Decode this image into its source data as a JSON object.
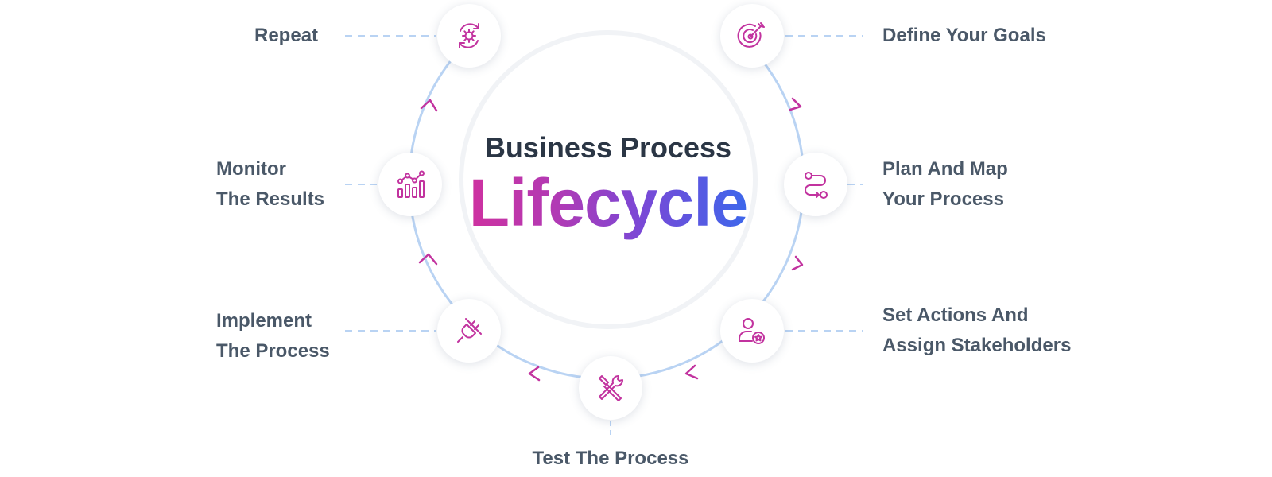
{
  "center": {
    "line1": "Business Process",
    "line2": "Lifecycle"
  },
  "colors": {
    "icon": "#c2339f",
    "ring": "#b9d3f3",
    "arrow": "#c2339f",
    "label": "#4a5868",
    "title": "#2b3645",
    "gradient_start": "#d62f9a",
    "gradient_end": "#2f6ef0"
  },
  "steps": [
    {
      "id": "define-goals",
      "icon": "target-icon",
      "lines": [
        "Define Your Goals"
      ]
    },
    {
      "id": "plan-map",
      "icon": "route-icon",
      "lines": [
        "Plan And Map",
        "Your Process"
      ]
    },
    {
      "id": "set-actions",
      "icon": "user-star-icon",
      "lines": [
        "Set Actions And",
        "Assign Stakeholders"
      ]
    },
    {
      "id": "test-process",
      "icon": "tools-icon",
      "lines": [
        "Test The Process"
      ]
    },
    {
      "id": "implement",
      "icon": "plug-icon",
      "lines": [
        "Implement",
        "The Process"
      ]
    },
    {
      "id": "monitor",
      "icon": "chart-icon",
      "lines": [
        "Monitor",
        "The Results"
      ]
    },
    {
      "id": "repeat",
      "icon": "refresh-gear-icon",
      "lines": [
        "Repeat"
      ]
    }
  ]
}
